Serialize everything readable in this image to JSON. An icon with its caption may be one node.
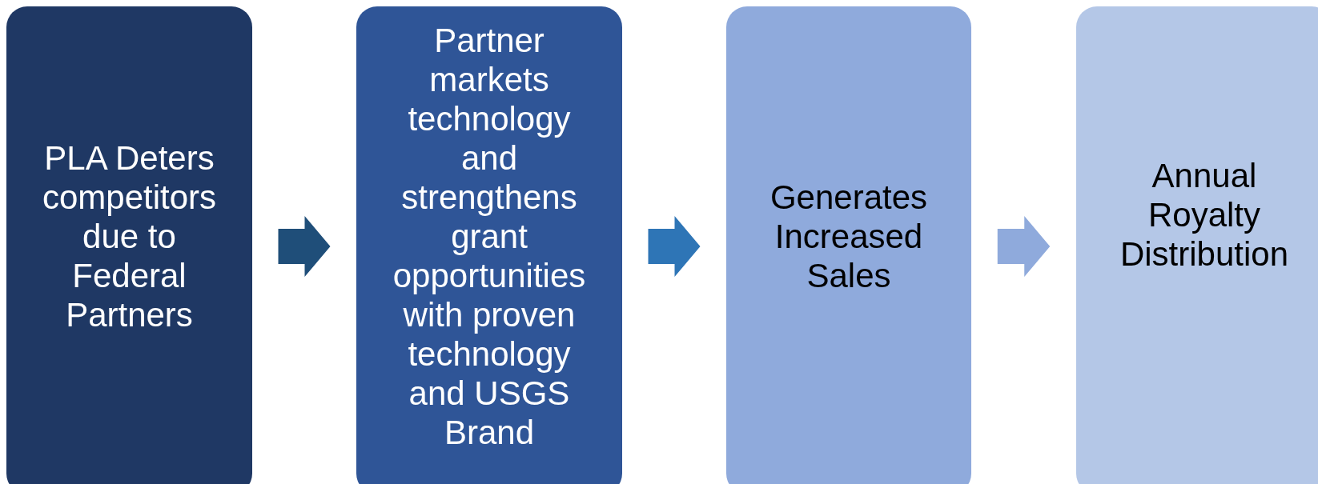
{
  "diagram": {
    "nodes": [
      {
        "text": [
          "PLA Deters competitors due to Federal Partners"
        ]
      },
      {
        "text": [
          "Partner markets technology and strengthens grant opportunities with proven technology and USGS Brand"
        ]
      },
      {
        "text": [
          "Generates Increased Sales"
        ]
      },
      {
        "text": [
          "Annual Royalty Distribution"
        ]
      }
    ],
    "edges": [
      {
        "from": 0,
        "to": 1,
        "arrow": "to",
        "color": "#1f4e79"
      },
      {
        "from": 1,
        "to": 2,
        "arrow": "to",
        "color": "#2e75b6"
      },
      {
        "from": 2,
        "to": 3,
        "arrow": "to",
        "color": "#8faadc"
      }
    ]
  }
}
